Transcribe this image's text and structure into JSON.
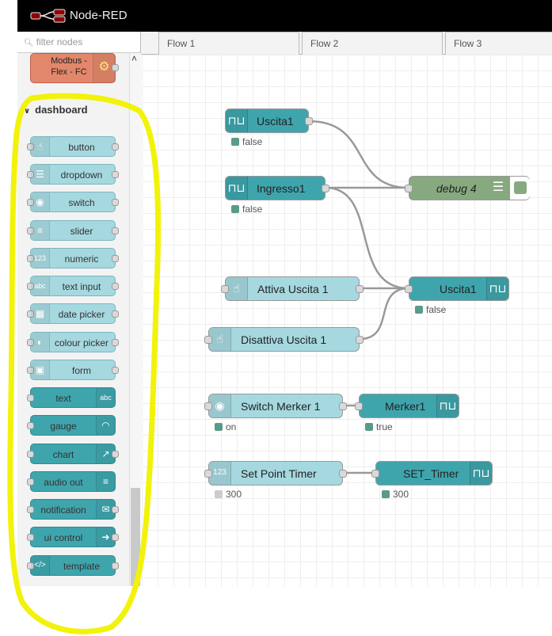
{
  "app": {
    "title": "Node-RED"
  },
  "palette": {
    "filter_placeholder": "filter nodes",
    "modbus_node": "Modbus - Flex - FC",
    "category": "dashboard",
    "nodes": [
      {
        "label": "button",
        "icon": "hand-pointer-icon"
      },
      {
        "label": "dropdown",
        "icon": "list-icon"
      },
      {
        "label": "switch",
        "icon": "toggle-icon"
      },
      {
        "label": "slider",
        "icon": "sliders-icon"
      },
      {
        "label": "numeric",
        "icon": "numeric-icon"
      },
      {
        "label": "text input",
        "icon": "text-input-icon"
      },
      {
        "label": "date picker",
        "icon": "calendar-icon"
      },
      {
        "label": "colour picker",
        "icon": "palette-icon"
      },
      {
        "label": "form",
        "icon": "form-icon"
      },
      {
        "label": "text",
        "icon": "text-icon"
      },
      {
        "label": "gauge",
        "icon": "gauge-icon"
      },
      {
        "label": "chart",
        "icon": "chart-icon"
      },
      {
        "label": "audio out",
        "icon": "wifi-icon"
      },
      {
        "label": "notification",
        "icon": "envelope-icon"
      },
      {
        "label": "ui control",
        "icon": "arrow-right-icon"
      },
      {
        "label": "template",
        "icon": "code-icon"
      }
    ]
  },
  "tabs": [
    "Flow 1",
    "Flow 2",
    "Flow 3"
  ],
  "flow": {
    "uscita1_in": {
      "label": "Uscita1",
      "status": "false"
    },
    "ingresso1": {
      "label": "Ingresso1",
      "status": "false"
    },
    "debug4": {
      "label": "debug 4"
    },
    "attiva": {
      "label": "Attiva Uscita 1"
    },
    "disattiva": {
      "label": "Disattiva Uscita 1"
    },
    "uscita1_out": {
      "label": "Uscita1",
      "status": "false"
    },
    "switch_merker": {
      "label": "Switch Merker 1",
      "status": "on"
    },
    "merker1": {
      "label": "Merker1",
      "status": "true"
    },
    "set_point": {
      "label": "Set Point Timer",
      "status": "300"
    },
    "set_timer": {
      "label": "SET_Timer",
      "status": "300"
    }
  },
  "colors": {
    "dashboard_dark": "#3fa5ad",
    "dashboard_light": "#a6d8e0",
    "debug": "#87a980",
    "modbus": "#e2876b",
    "highlight": "#f2f20a"
  }
}
